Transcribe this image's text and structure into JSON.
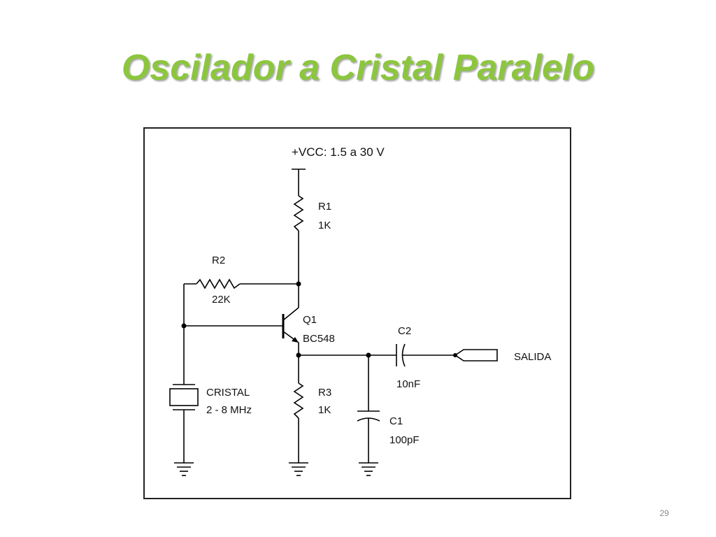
{
  "slide": {
    "title": "Oscilador a Cristal Paralelo",
    "page_number": "29"
  },
  "circuit": {
    "vcc": "+VCC: 1.5 a 30 V",
    "r1": {
      "ref": "R1",
      "value": "1K"
    },
    "r2": {
      "ref": "R2",
      "value": "22K"
    },
    "r3": {
      "ref": "R3",
      "value": "1K"
    },
    "q1": {
      "ref": "Q1",
      "value": "BC548"
    },
    "c1": {
      "ref": "C1",
      "value": "100pF"
    },
    "c2": {
      "ref": "C2",
      "value": "10nF"
    },
    "crystal": {
      "ref": "CRISTAL",
      "value": "2 - 8 MHz"
    },
    "output": "SALIDA"
  },
  "colors": {
    "title": "#8cc63e",
    "wire": "#000000",
    "frame": "#222222"
  }
}
